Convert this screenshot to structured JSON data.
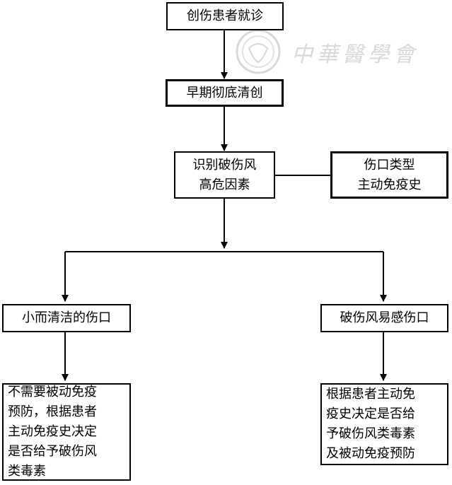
{
  "nodes": {
    "n1": "创伤患者就诊",
    "n2": "早期彻底清创",
    "n3": [
      "识别破伤风",
      "高危因素"
    ],
    "n4": [
      "伤口类型",
      "主动免疫史"
    ],
    "n5": "小而清洁的伤口",
    "n6": "破伤风易感伤口",
    "n7": [
      "不需要被动免疫",
      "预防，根据患者",
      "主动免疫史决定",
      "是否给予破伤风",
      "类毒素"
    ],
    "n8": [
      "根据患者主动免",
      "疫史决定是否给",
      "予破伤风类毒素",
      "及被动免疫预防"
    ]
  },
  "watermark": {
    "text": "中華醫學會",
    "logo": "medical-association-seal-icon"
  },
  "colors": {
    "line": "#000000",
    "watermark": "#d9d9d9"
  }
}
